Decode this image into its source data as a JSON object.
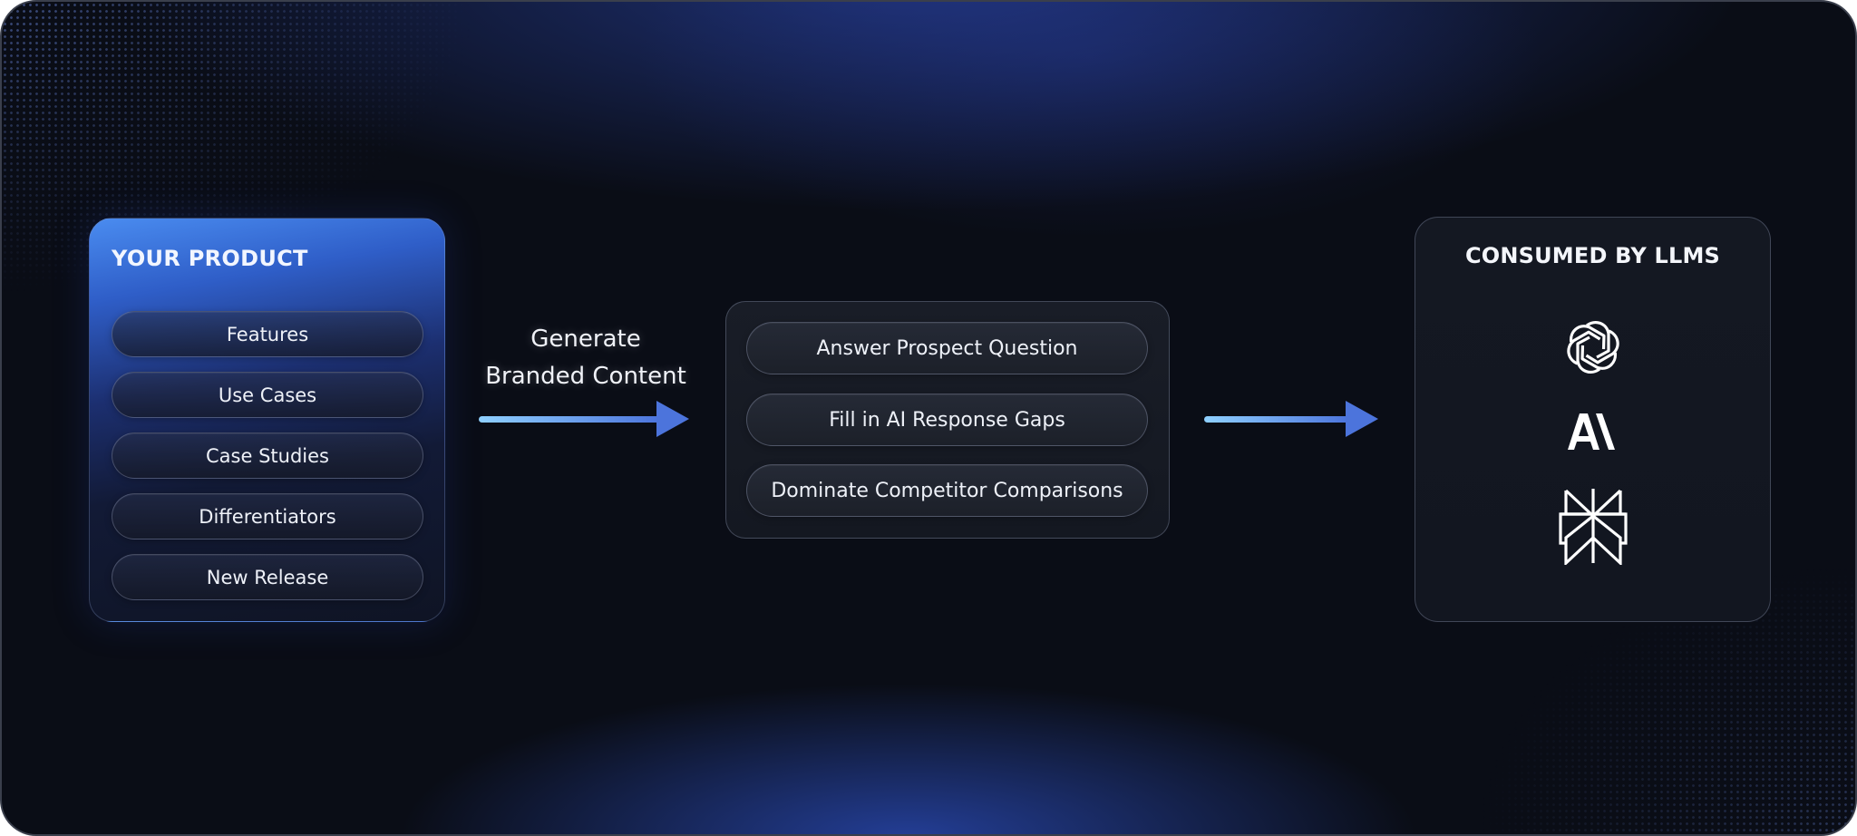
{
  "colors": {
    "background": "#0a0d16",
    "accent_blue": "#4f7fe0",
    "arrow_start": "#8fd0ff",
    "arrow_end": "#4c74dc",
    "text": "#eef1f8"
  },
  "source": {
    "title": "YOUR PRODUCT",
    "items": [
      {
        "label": "Features"
      },
      {
        "label": "Use Cases"
      },
      {
        "label": "Case Studies"
      },
      {
        "label": "Differentiators"
      },
      {
        "label": "New Release"
      }
    ]
  },
  "process": {
    "label_line1": "Generate",
    "label_line2": "Branded Content"
  },
  "outputs": {
    "items": [
      {
        "label": "Answer Prospect Question"
      },
      {
        "label": "Fill in AI Response Gaps"
      },
      {
        "label": "Dominate Competitor Comparisons"
      }
    ]
  },
  "consumers": {
    "title": "CONSUMED BY LLMS",
    "logos": [
      {
        "name": "openai-logo-icon"
      },
      {
        "name": "anthropic-logo-icon"
      },
      {
        "name": "perplexity-logo-icon"
      }
    ]
  }
}
